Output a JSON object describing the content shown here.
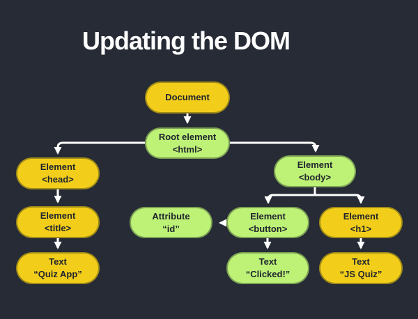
{
  "title": "Updating the DOM",
  "colors": {
    "background": "#262b35",
    "node_yellow": "#f2ce1b",
    "node_green": "#bdf277",
    "arrow": "#ffffff",
    "node_text": "#21252d",
    "title_text": "#ffffff"
  },
  "nodes": {
    "document": {
      "line1": "Document",
      "line2": ""
    },
    "root": {
      "line1": "Root element",
      "line2": "<html>"
    },
    "head": {
      "line1": "Element",
      "line2": "<head>"
    },
    "body_el": {
      "line1": "Element",
      "line2": "<body>"
    },
    "title_el": {
      "line1": "Element",
      "line2": "<title>"
    },
    "attribute": {
      "line1": "Attribute",
      "line2": "“id”"
    },
    "button_el": {
      "line1": "Element",
      "line2": "<button>"
    },
    "h1_el": {
      "line1": "Element",
      "line2": "<h1>"
    },
    "quiz_app": {
      "line1": "Text",
      "line2": "“Quiz App”"
    },
    "clicked": {
      "line1": "Text",
      "line2": "“Clicked!”"
    },
    "js_quiz": {
      "line1": "Text",
      "line2": "“JS Quiz”"
    }
  }
}
